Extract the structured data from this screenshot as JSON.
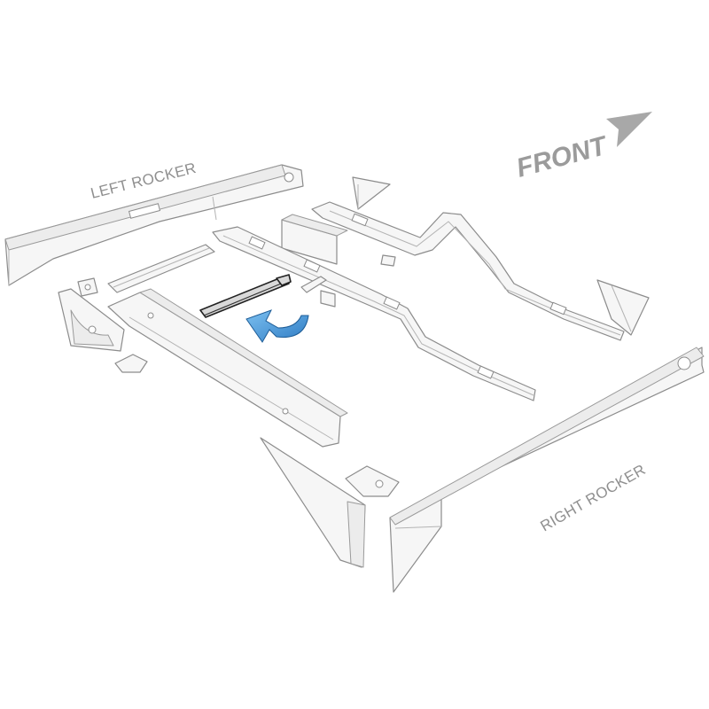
{
  "labels": {
    "left_rocker": "LEFT ROCKER",
    "right_rocker": "RIGHT ROCKER",
    "front": "FRONT"
  },
  "colors": {
    "part_fill": "#f6f6f6",
    "part_stroke": "#8c8c8c",
    "highlight_fill": "#d9d9d9",
    "highlight_stroke": "#222222",
    "arrow_blue": "#3f8fd2",
    "label_gray": "#8f8f8f"
  },
  "icons": {
    "front_direction": "arrow-right-icon",
    "callout": "curved-arrow-icon"
  }
}
